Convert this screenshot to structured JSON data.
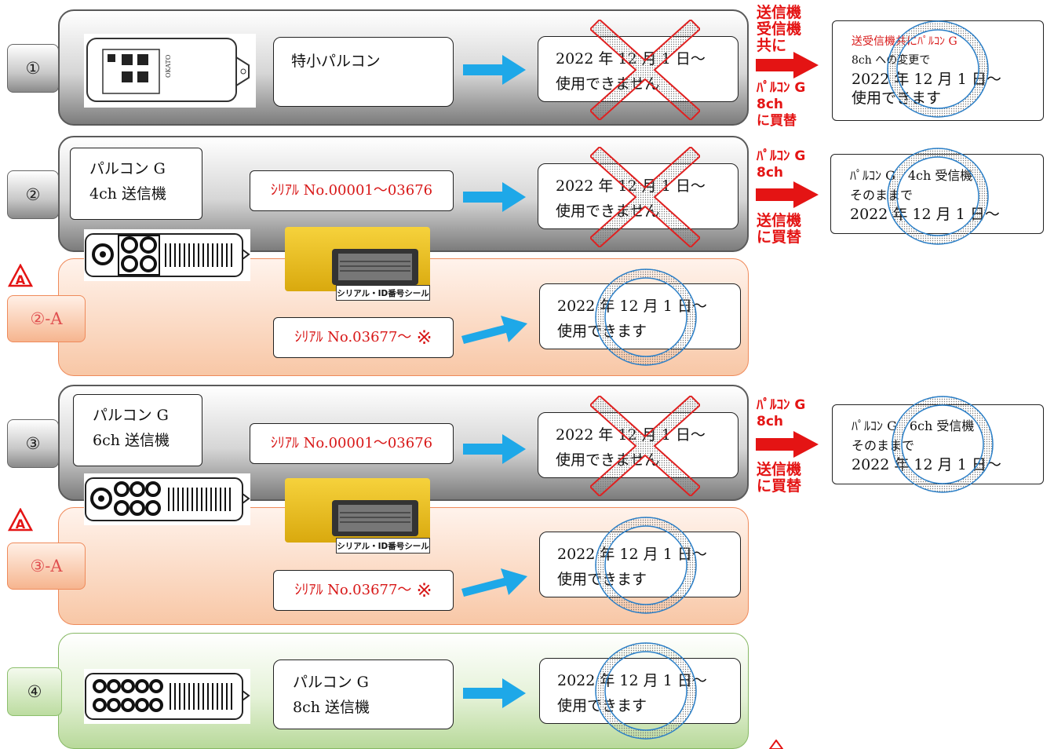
{
  "rows": {
    "r1": {
      "num": "①",
      "box_text": "特小パルコン",
      "date": "2022 年 12 月 1 日～",
      "status": "使用できません"
    },
    "r2": {
      "num": "②",
      "box_line1": "パルコン G",
      "box_line2": "4ch 送信機",
      "serial": "ｼﾘｱﾙ No.00001～03676",
      "date": "2022 年 12 月 1 日～",
      "status": "使用できません"
    },
    "r2a": {
      "num": "②-A",
      "sticker": "シリアル・ID番号シール",
      "serial": "ｼﾘｱﾙ No.03677～",
      "mark": "※",
      "date": "2022 年 12 月 1 日～",
      "status": "使用できます"
    },
    "r3": {
      "num": "③",
      "box_line1": "パルコン G",
      "box_line2": "6ch 送信機",
      "serial": "ｼﾘｱﾙ No.00001～03676",
      "date": "2022 年 12 月 1 日～",
      "status": "使用できません"
    },
    "r3a": {
      "num": "③-A",
      "sticker": "シリアル・ID番号シール",
      "serial": "ｼﾘｱﾙ No.03677～",
      "mark": "※",
      "date": "2022 年 12 月 1 日～",
      "status": "使用できます"
    },
    "r4": {
      "num": "④",
      "box_line1": "パルコン G",
      "box_line2": "8ch 送信機",
      "date": "2022 年 12 月 1 日～",
      "status": "使用できます"
    }
  },
  "side": {
    "s1": {
      "label_top": [
        "送信機",
        "受信機",
        "共に"
      ],
      "label_bottom": [
        "ﾊﾟﾙｺﾝ G",
        "8ch",
        "に買替"
      ],
      "line1": "送受信機共にﾊﾟﾙｺﾝ G",
      "line2": "8ch への変更で",
      "line3": "2022 年 12 月 1 日～",
      "line4": "使用できます"
    },
    "s2": {
      "label_top": [
        "ﾊﾟﾙｺﾝ G",
        "8ch"
      ],
      "label_bottom": [
        "送信機",
        "に買替"
      ],
      "line1": "ﾊﾟﾙｺﾝ G　4ch 受信機",
      "line2": "そのままで",
      "line3": "2022 年 12 月 1 日～"
    },
    "s3": {
      "label_top": [
        "ﾊﾟﾙｺﾝ G",
        "8ch"
      ],
      "label_bottom": [
        "送信機",
        "に買替"
      ],
      "line1": "ﾊﾟﾙｺﾝ G　6ch 受信機",
      "line2": "そのままで",
      "line3": "2022 年 12 月 1 日～"
    }
  },
  "warning_mark": "A",
  "colors": {
    "accent_red": "#e41414",
    "arrow_blue": "#1ea8e8",
    "cross_red": "#e02020",
    "circle_blue": "#2a7fc8"
  }
}
